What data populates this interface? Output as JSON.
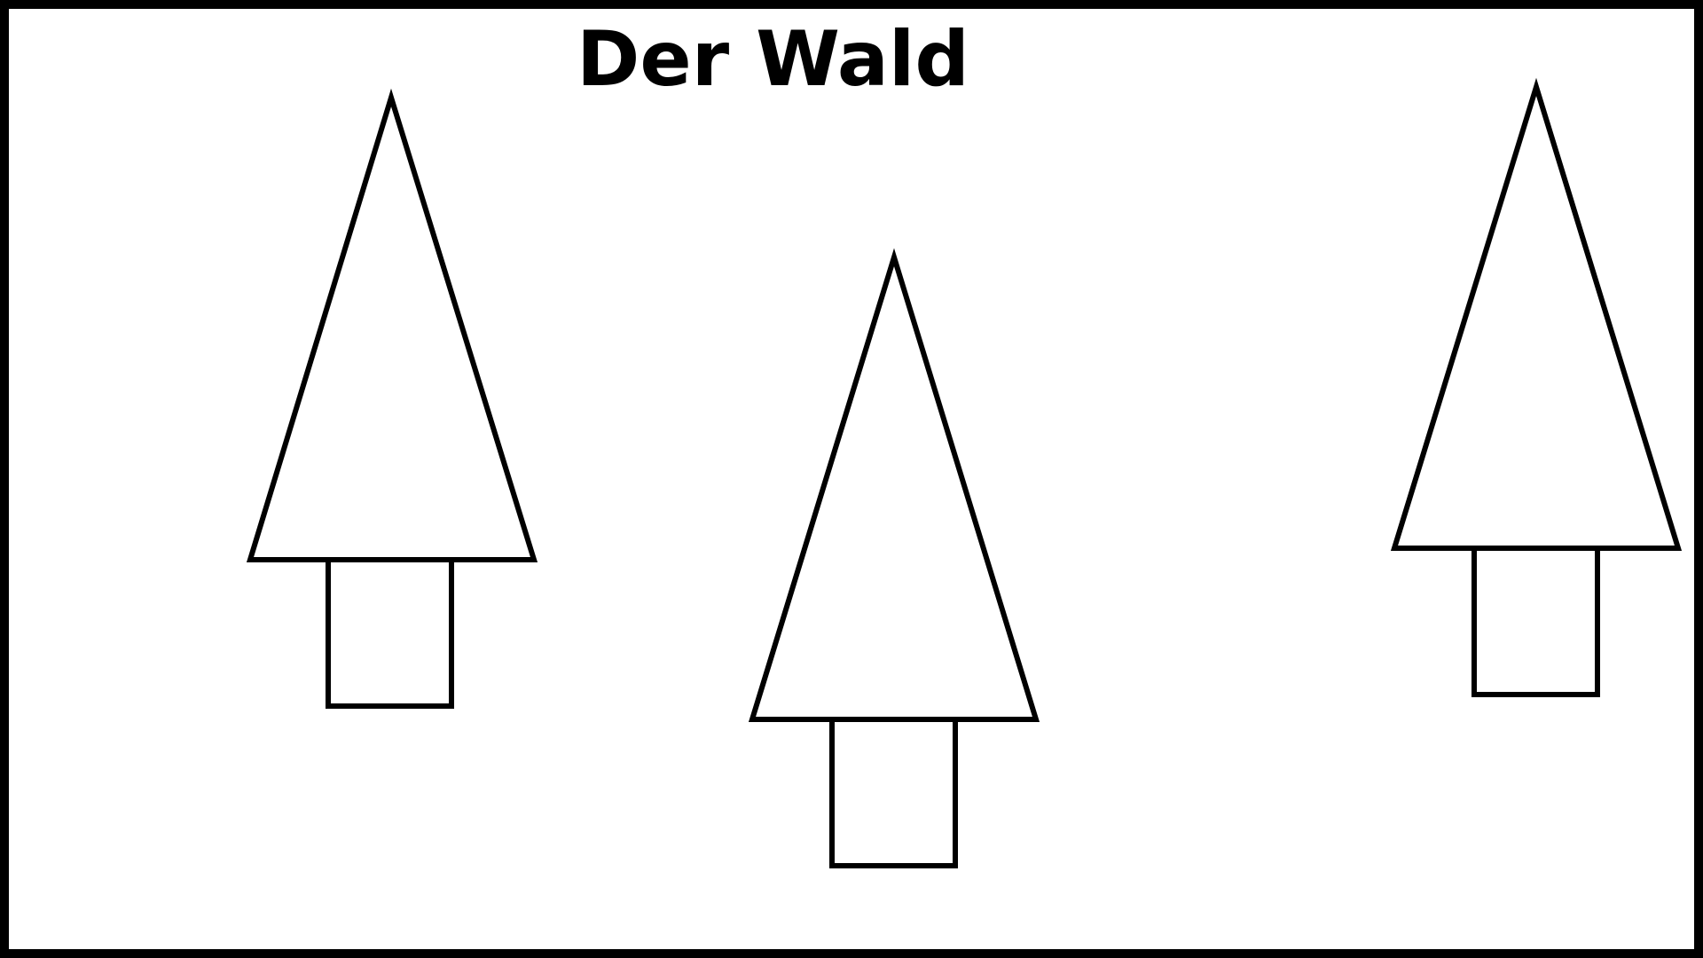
{
  "title": "Der Wald",
  "colors": {
    "stroke": "#000000",
    "background": "#ffffff"
  },
  "trees": [
    {
      "name": "tree-left"
    },
    {
      "name": "tree-middle"
    },
    {
      "name": "tree-right"
    }
  ]
}
